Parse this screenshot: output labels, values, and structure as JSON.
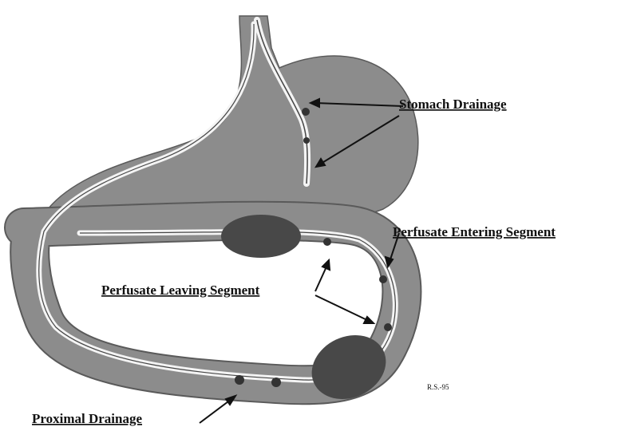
{
  "diagram": {
    "labels": {
      "stomach_drainage": "Stomach Drainage",
      "perfusate_entering": "Perfusate Entering Segment",
      "perfusate_leaving": "Perfusate Leaving Segment",
      "proximal_drainage": "Proximal Drainage",
      "signature": "R.S.-95"
    },
    "colors": {
      "tissue": "#8c8c8c",
      "tissue_outline": "#5a5a5a",
      "balloon": "#484848",
      "tube": "#f4f4f4",
      "tube_core": "#444444",
      "text": "#111111"
    }
  }
}
